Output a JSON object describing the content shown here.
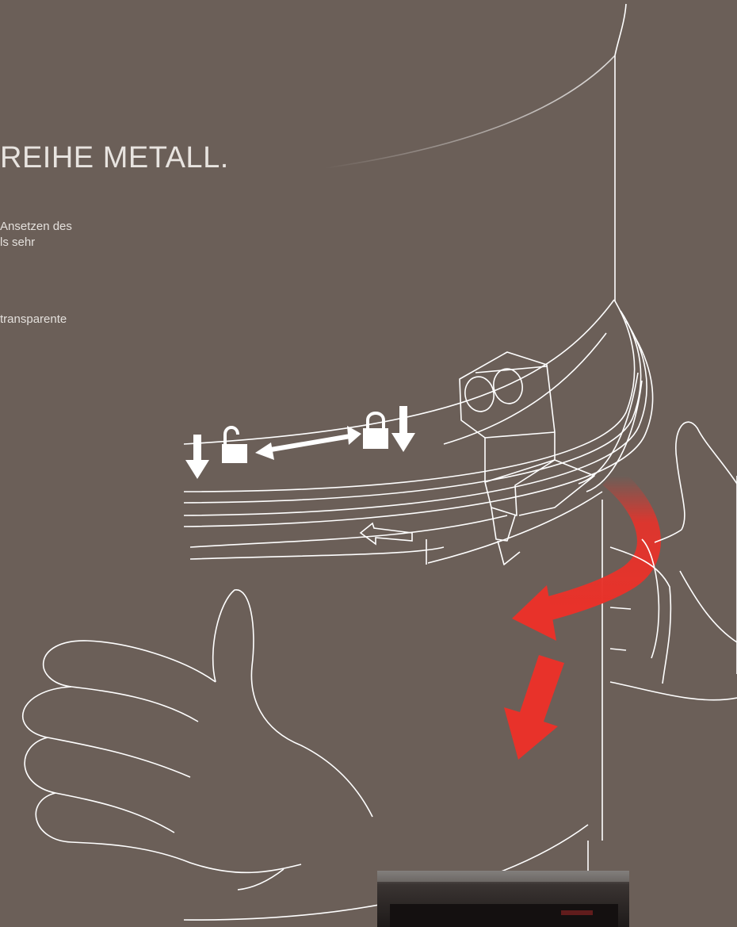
{
  "heading": "REIHE METALL.",
  "paragraph_1": [
    "Ansetzen des",
    "ls sehr"
  ],
  "paragraph_2": [
    "transparente"
  ],
  "colors": {
    "background": "#6b5f58",
    "line_art": "#ffffff",
    "arrow_red": "#e8322a",
    "text": "#e8e4e0"
  },
  "icons": [
    "arrow-down-icon",
    "unlocked-padlock-icon",
    "double-arrow-icon",
    "locked-padlock-icon",
    "curved-red-arrow-icon",
    "red-down-arrow-icon"
  ]
}
